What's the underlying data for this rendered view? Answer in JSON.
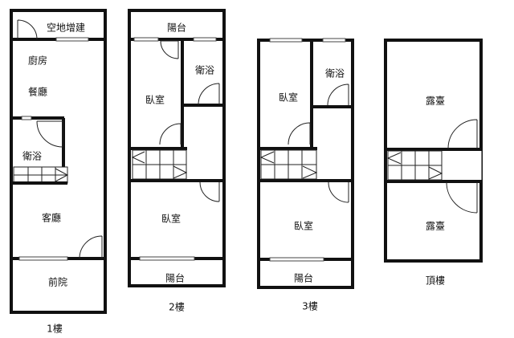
{
  "floors": [
    {
      "label": "1樓",
      "rooms": [
        "空地增建",
        "廚房",
        "餐廳",
        "衛浴",
        "客廳",
        "前院"
      ]
    },
    {
      "label": "2樓",
      "rooms": [
        "陽台",
        "衛浴",
        "臥室",
        "臥室",
        "陽台"
      ]
    },
    {
      "label": "3樓",
      "rooms": [
        "衛浴",
        "臥室",
        "臥室",
        "陽台"
      ]
    },
    {
      "label": "頂樓",
      "rooms": [
        "露臺",
        "露臺"
      ]
    }
  ]
}
